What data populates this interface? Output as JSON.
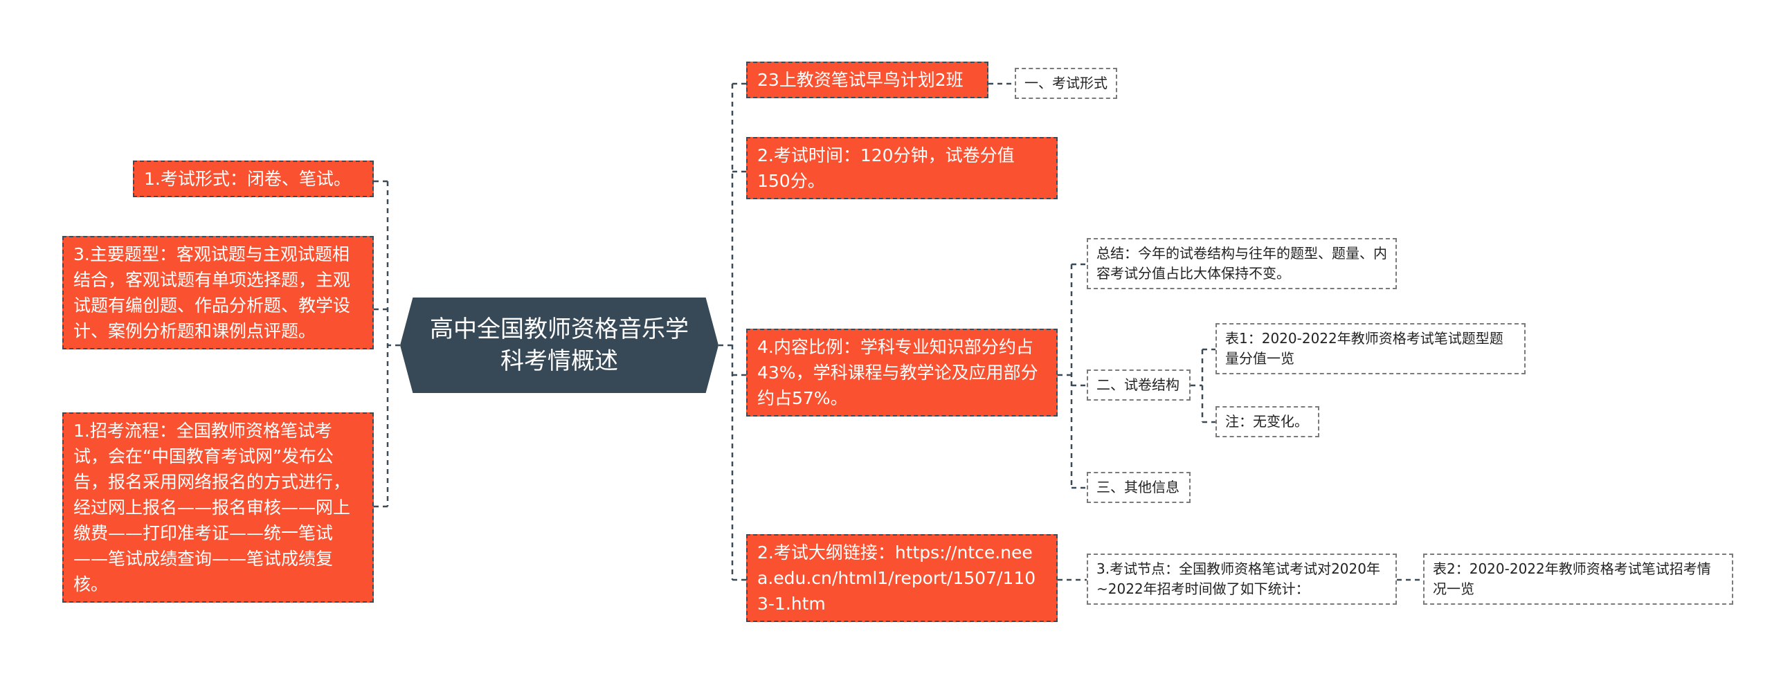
{
  "colors": {
    "accent": "#fa5230",
    "center": "#374956",
    "line": "#3a4a57"
  },
  "root": {
    "title": "高中全国教师资格音乐学科考情概述"
  },
  "left": [
    {
      "text": "1.考试形式：闭卷、笔试。"
    },
    {
      "text": "3.主要题型：客观试题与主观试题相结合，客观试题有单项选择题，主观试题有编创题、作品分析题、教学设计、案例分析题和课例点评题。"
    },
    {
      "text": "1.招考流程：全国教师资格笔试考试，会在“中国教育考试网”发布公告，报名采用网络报名的方式进行，经过网上报名——报名审核——网上缴费——打印准考证——统一笔试——笔试成绩查询——笔试成绩复核。"
    }
  ],
  "right": [
    {
      "text": "23上教资笔试早鸟计划2班",
      "child": "一、考试形式"
    },
    {
      "text": "2.考试时间：120分钟，试卷分值150分。"
    },
    {
      "text": "4.内容比例：学科专业知识部分约占43%，学科课程与教学论及应用部分约占57%。",
      "summary": "总结：今年的试卷结构与往年的题型、题量、内容考试分值占比大体保持不变。",
      "structure": "二、试卷结构",
      "table1": "表1：2020-2022年教师资格考试笔试题型题量分值一览",
      "note": "注：无变化。",
      "other": "三、其他信息"
    },
    {
      "text": "2.考试大纲链接：https://ntce.neea.edu.cn/html1/report/1507/1103-1.htm",
      "node": "3.考试节点：全国教师资格笔试考试对2020年~2022年招考时间做了如下统计：",
      "table2": "表2：2020-2022年教师资格考试笔试招考情况一览"
    }
  ]
}
